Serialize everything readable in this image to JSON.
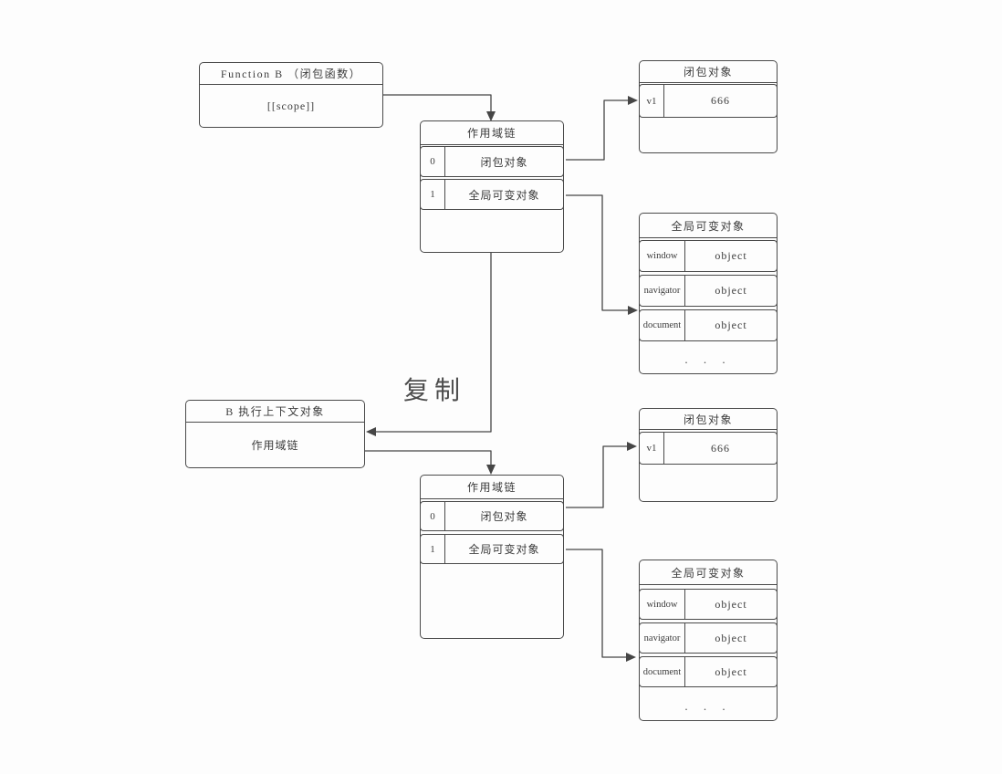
{
  "colors": {
    "background": "#fdfdfd",
    "line": "#464646",
    "text": "#3c3c3c"
  },
  "diagram": {
    "copy_label": "复制",
    "function_b": {
      "title": "Function B （闭包函数）",
      "body": "[[scope]]"
    },
    "scope_chain_top": {
      "title": "作用域链",
      "rows": [
        {
          "index": "0",
          "value": "闭包对象"
        },
        {
          "index": "1",
          "value": "全局可变对象"
        }
      ]
    },
    "closure_top": {
      "title": "闭包对象",
      "key": "v1",
      "value": "666"
    },
    "global_top": {
      "title": "全局可变对象",
      "rows": [
        {
          "key": "window",
          "value": "object"
        },
        {
          "key": "navigator",
          "value": "object"
        },
        {
          "key": "document",
          "value": "object"
        }
      ],
      "ellipsis": ". . ."
    },
    "exec_context": {
      "title": "B 执行上下文对象",
      "body": "作用域链"
    },
    "scope_chain_bottom": {
      "title": "作用域链",
      "rows": [
        {
          "index": "0",
          "value": "闭包对象"
        },
        {
          "index": "1",
          "value": "全局可变对象"
        }
      ]
    },
    "closure_bottom": {
      "title": "闭包对象",
      "key": "v1",
      "value": "666"
    },
    "global_bottom": {
      "title": "全局可变对象",
      "rows": [
        {
          "key": "window",
          "value": "object"
        },
        {
          "key": "navigator",
          "value": "object"
        },
        {
          "key": "document",
          "value": "object"
        }
      ],
      "ellipsis": ". . ."
    },
    "connections": [
      {
        "from": "function-b",
        "to": "scope-chain-top"
      },
      {
        "from": "scope-chain-top-row-0",
        "to": "closure-object-top"
      },
      {
        "from": "scope-chain-top-row-1",
        "to": "global-object-top"
      },
      {
        "from": "scope-chain-top",
        "to": "exec-context",
        "label": "复制"
      },
      {
        "from": "exec-context",
        "to": "scope-chain-bottom"
      },
      {
        "from": "scope-chain-bottom-row-0",
        "to": "closure-object-bottom"
      },
      {
        "from": "scope-chain-bottom-row-1",
        "to": "global-object-bottom"
      }
    ]
  }
}
